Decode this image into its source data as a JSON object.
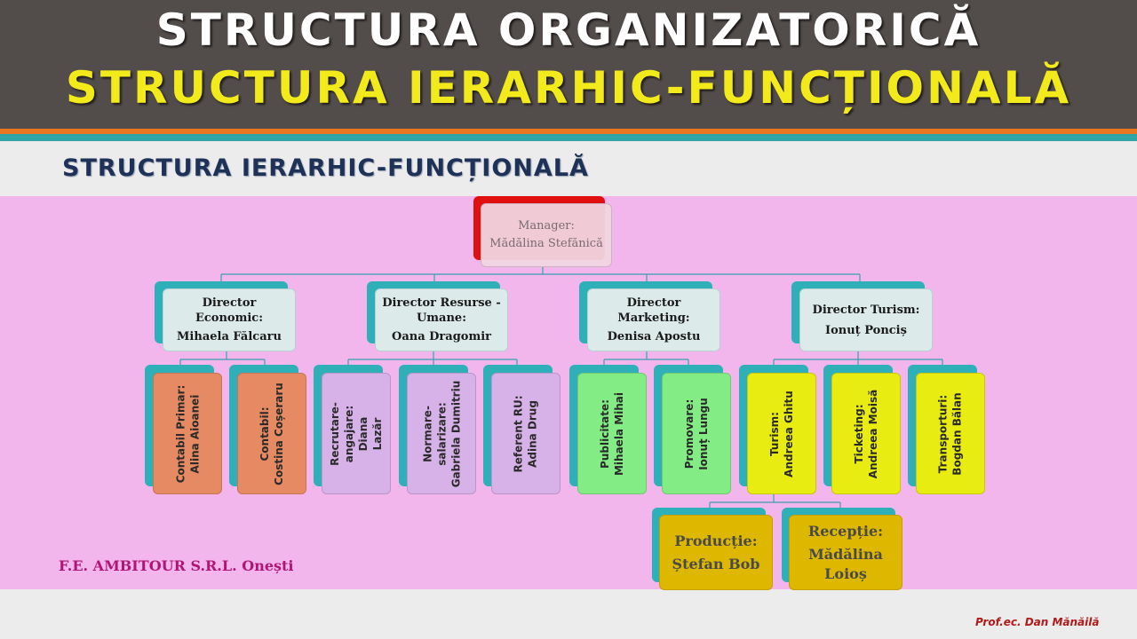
{
  "header": {
    "title": "STRUCTURA ORGANIZATORICĂ",
    "subtitle": "STRUCTURA IERARHIC-FUNCȚIONALĂ"
  },
  "section_title": "STRUCTURA IERARHIC-FUNCȚIONALĂ",
  "colors": {
    "header_bg": "#524c4a",
    "title_white": "#ffffff",
    "title_yellow": "#f3ea1c",
    "stripe_orange": "#e87722",
    "stripe_teal": "#2fa5a8",
    "chart_bg": "#f2b5ec",
    "connector": "#3a9fb0",
    "manager_accent": "#e01010",
    "contabilitate": "#e58a63",
    "resurse_umane": "#d7b2e8",
    "marketing": "#84ec84",
    "turism": "#e8ec10",
    "subunit": "#ddb700"
  },
  "org_chart": {
    "manager": {
      "title": "Manager:",
      "name": "Mădălina Stefănică"
    },
    "directors": [
      {
        "title": "Director Economic:",
        "name": "Mihaela Fălcaru"
      },
      {
        "title": "Director Resurse - Umane:",
        "name": "Oana Dragomir"
      },
      {
        "title": "Director Marketing:",
        "name": "Denisa Apostu"
      },
      {
        "title": "Director Turism:",
        "name": "Ionuț Ponciș"
      }
    ],
    "departments": [
      {
        "line1": "Contabil Primar:",
        "line2": "Alina Aioanei"
      },
      {
        "line1": "Contabil:",
        "line2": "Costina Coșeraru"
      },
      {
        "line1": "Recrutare-",
        "line2": "angajare:",
        "line3": "Diana",
        "line4": "Lazăr"
      },
      {
        "line1": "Normare-",
        "line2": "salarizare:",
        "line3": "Gabriela Dumitriu"
      },
      {
        "line1": "Referent RU:",
        "line2": "Adina Drug"
      },
      {
        "line1": "Publicitate:",
        "line2": "Mihaela Mihai"
      },
      {
        "line1": "Promovare:",
        "line2": "Ionuț Lungu"
      },
      {
        "line1": "Turism:",
        "line2": "Andreea Ghitu"
      },
      {
        "line1": "Ticketing:",
        "line2": "Andreea Moisă"
      },
      {
        "line1": "Transporturi:",
        "line2": "Bogdan Bălan"
      }
    ],
    "subunits": [
      {
        "title": "Producție:",
        "name": "Ștefan Bob"
      },
      {
        "title": "Recepție:",
        "name": "Mădălina Loioș"
      }
    ]
  },
  "company": "F.E. AMBITOUR S.R.L. Onești",
  "author": "Prof.ec. Dan Mănăilă"
}
